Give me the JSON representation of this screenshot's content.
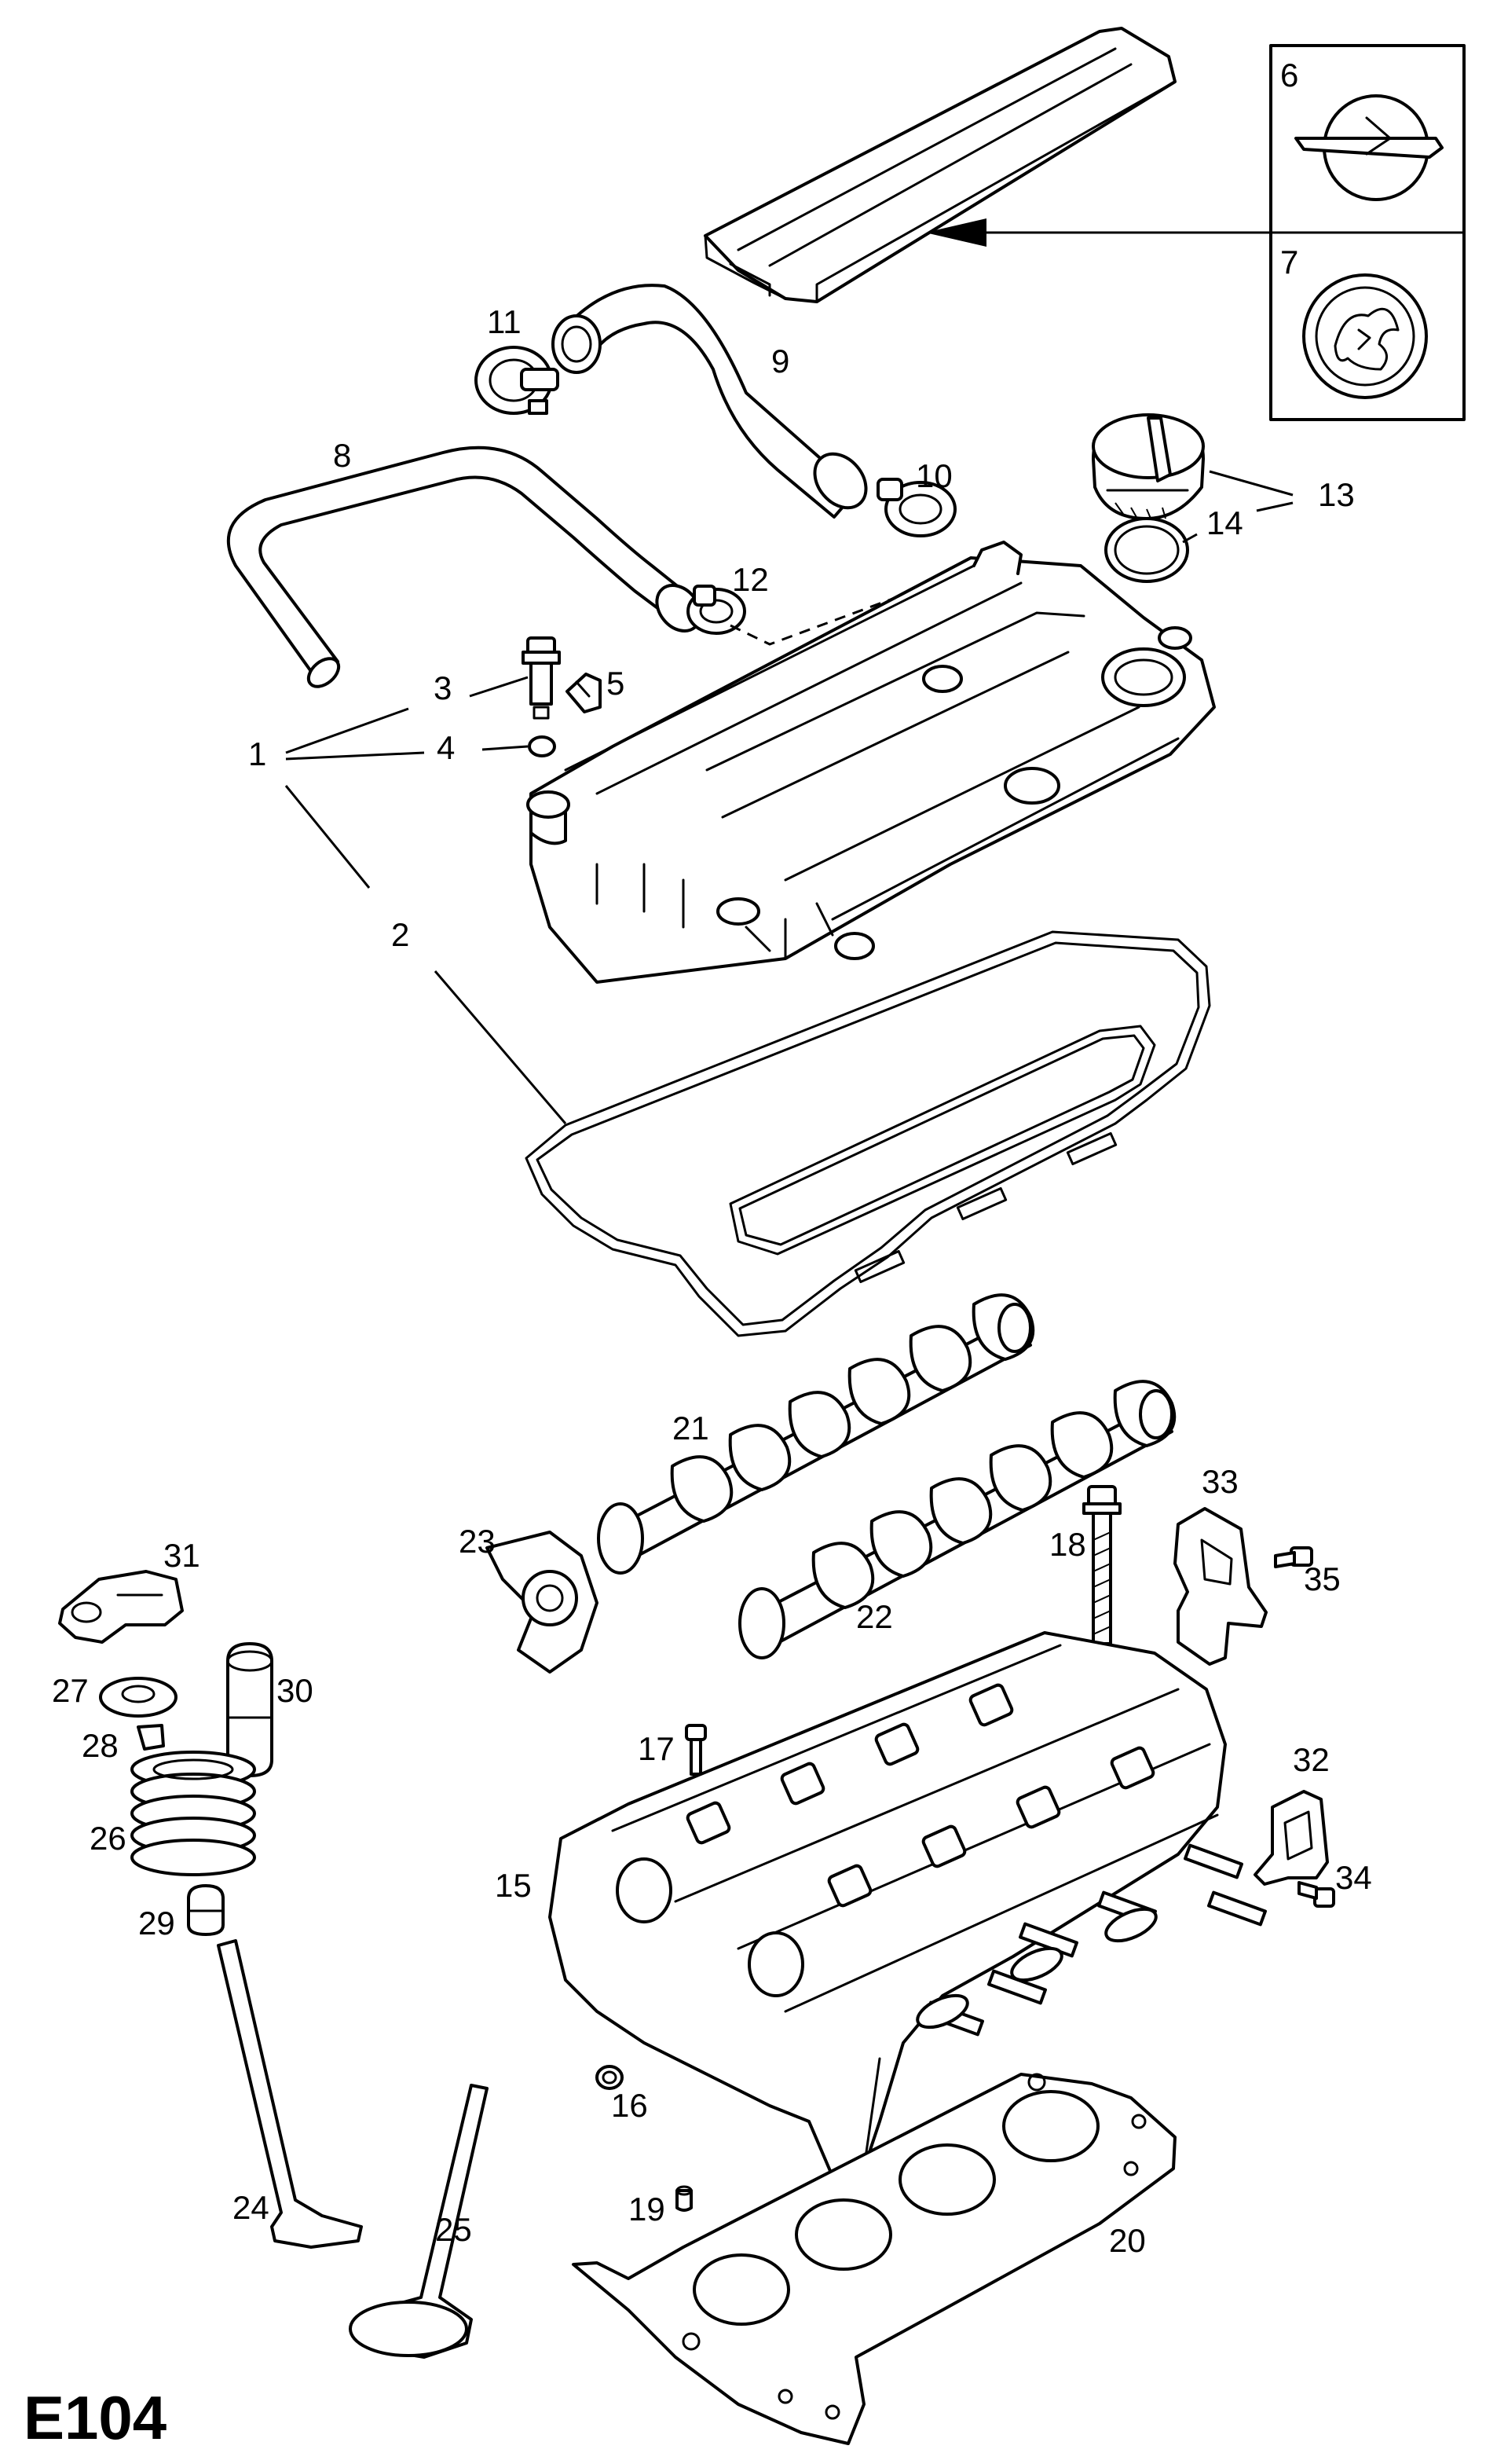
{
  "diagram_id": "E104",
  "callouts": [
    {
      "id": "1",
      "label": "1"
    },
    {
      "id": "2",
      "label": "2"
    },
    {
      "id": "3",
      "label": "3"
    },
    {
      "id": "4",
      "label": "4"
    },
    {
      "id": "5",
      "label": "5"
    },
    {
      "id": "6",
      "label": "6"
    },
    {
      "id": "7",
      "label": "7"
    },
    {
      "id": "8",
      "label": "8"
    },
    {
      "id": "9",
      "label": "9"
    },
    {
      "id": "10",
      "label": "10"
    },
    {
      "id": "11",
      "label": "11"
    },
    {
      "id": "12",
      "label": "12"
    },
    {
      "id": "13",
      "label": "13"
    },
    {
      "id": "14",
      "label": "14"
    },
    {
      "id": "15",
      "label": "15"
    },
    {
      "id": "16",
      "label": "16"
    },
    {
      "id": "17",
      "label": "17"
    },
    {
      "id": "18",
      "label": "18"
    },
    {
      "id": "19",
      "label": "19"
    },
    {
      "id": "20",
      "label": "20"
    },
    {
      "id": "21",
      "label": "21"
    },
    {
      "id": "22",
      "label": "22"
    },
    {
      "id": "23",
      "label": "23"
    },
    {
      "id": "24",
      "label": "24"
    },
    {
      "id": "25",
      "label": "25"
    },
    {
      "id": "26",
      "label": "26"
    },
    {
      "id": "27",
      "label": "27"
    },
    {
      "id": "28",
      "label": "28"
    },
    {
      "id": "29",
      "label": "29"
    },
    {
      "id": "30",
      "label": "30"
    },
    {
      "id": "31",
      "label": "31"
    },
    {
      "id": "32",
      "label": "32"
    },
    {
      "id": "33",
      "label": "33"
    },
    {
      "id": "34",
      "label": "34"
    },
    {
      "id": "35",
      "label": "35"
    }
  ],
  "badges": [
    {
      "id": "6",
      "icon": "opel-logo-icon"
    },
    {
      "id": "7",
      "icon": "vauxhall-griffin-icon"
    }
  ],
  "colors": {
    "ink": "#000000",
    "paper": "#ffffff"
  }
}
